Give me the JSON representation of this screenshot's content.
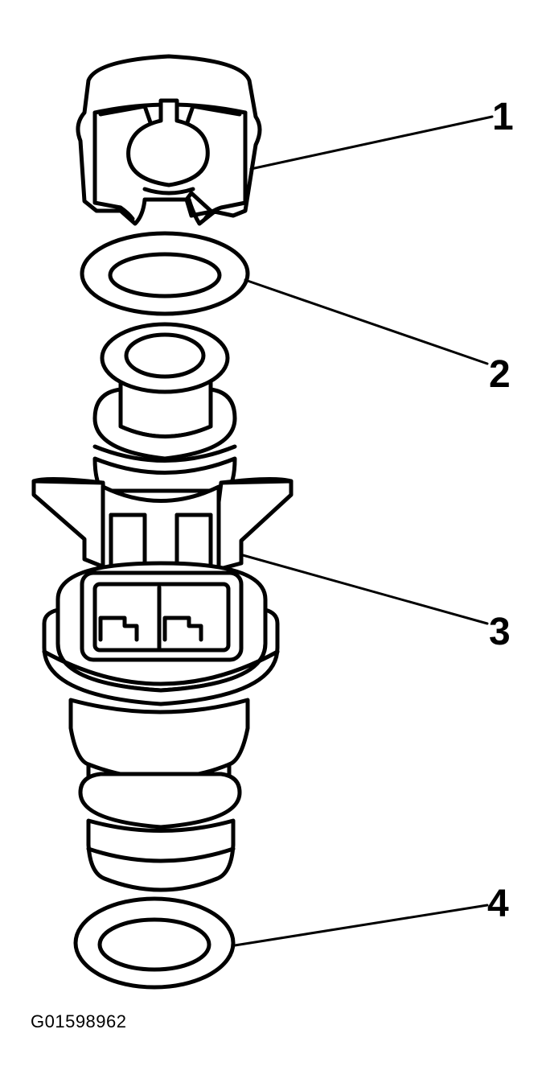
{
  "callouts": [
    "1",
    "2",
    "3",
    "4"
  ],
  "figure_id": "G01598962",
  "colors": {
    "ink": "#000000",
    "background": "#ffffff"
  }
}
